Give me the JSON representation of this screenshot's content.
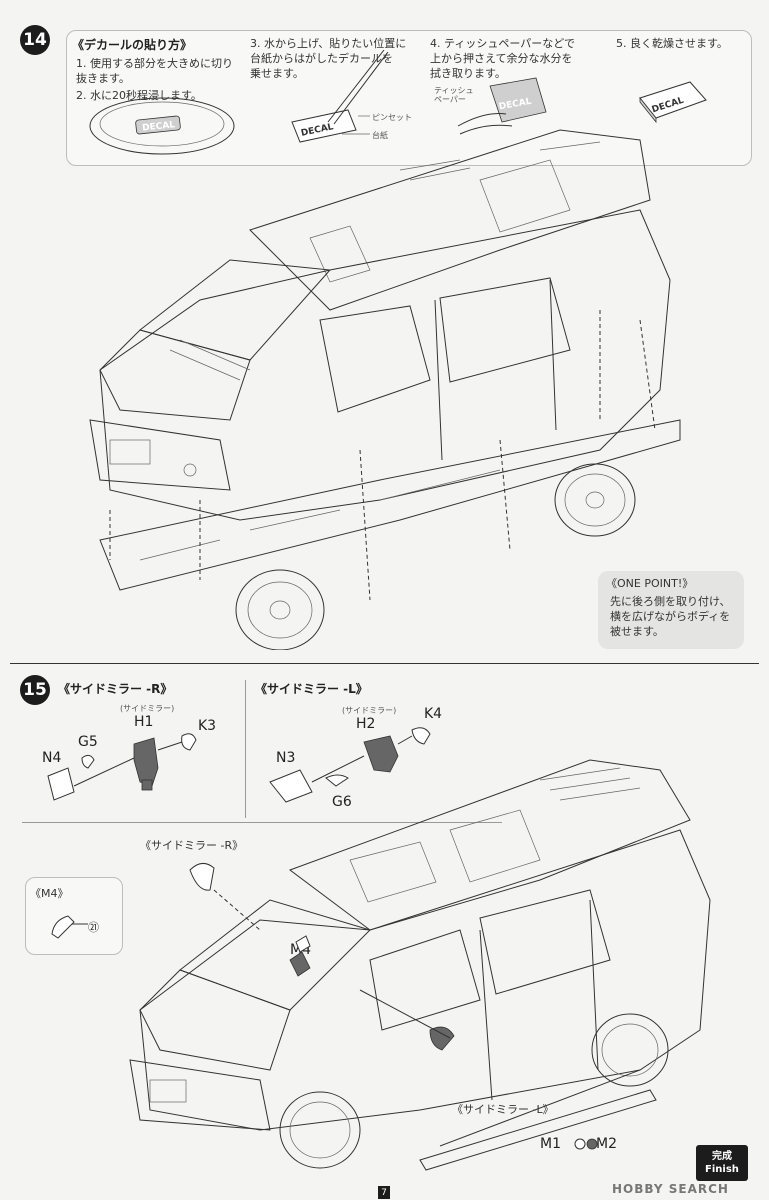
{
  "step14": {
    "number": "14",
    "decal_box": {
      "title": "《デカールの貼り方》",
      "step1": "1. 使用する部分を大きめに切り\n    抜きます。",
      "step2": "2. 水に20秒程浸します。",
      "step3": "3. 水から上げ、貼りたい位置に\n    台紙からはがしたデカールを\n    乗せます。",
      "step4": "4. ティッシュペーパーなどで\n    上から押さえて余分な水分を\n    拭き取ります。",
      "step5": "5. 良く乾燥させます。",
      "tweezers_label": "ピンセット",
      "backing_label": "台紙",
      "tissue_label": "ティッシュ\nペーパー",
      "decal_word": "DECAL"
    },
    "one_point": {
      "title": "《ONE POINT!》",
      "body": "先に後ろ側を取り付け、\n横を広げながらボディを\n被せます。"
    }
  },
  "step15": {
    "number": "15",
    "mirror_r_header": "《サイドミラー -R》",
    "mirror_l_header": "《サイドミラー -L》",
    "side_mirror_small": "(サイドミラー)",
    "parts_r": [
      "H1",
      "K3",
      "G5",
      "N4"
    ],
    "parts_l": [
      "H2",
      "K4",
      "N3",
      "G6"
    ],
    "m4_box_title": "《M4》",
    "m4_ref": "㉑",
    "callout_r": "《サイドミラー -R》",
    "callout_l": "《サイドミラー -L》",
    "part_m4": "M4",
    "part_m1": "M1",
    "part_m2": "M2"
  },
  "finish_badge": {
    "jp": "完成",
    "en": "Finish"
  },
  "watermark": "HOBBY SEARCH",
  "page_number": "7"
}
